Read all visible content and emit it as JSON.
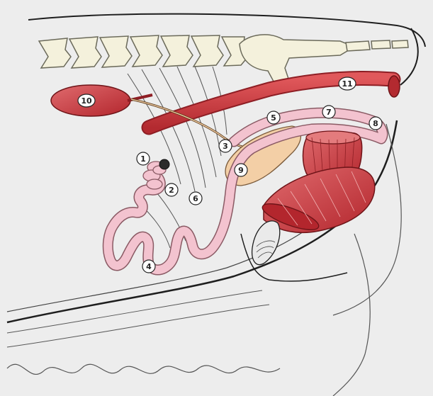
{
  "diagram": {
    "colors": {
      "background": "#ededed",
      "bone": "#f4f1dc",
      "intestine": "#f3c3cf",
      "gland": "#f3cfa6",
      "muscle": "#c8363d",
      "outline": "#1e1e1e"
    },
    "markers": [
      "1",
      "2",
      "3",
      "4",
      "5",
      "6",
      "7",
      "8",
      "9",
      "10",
      "11"
    ]
  }
}
